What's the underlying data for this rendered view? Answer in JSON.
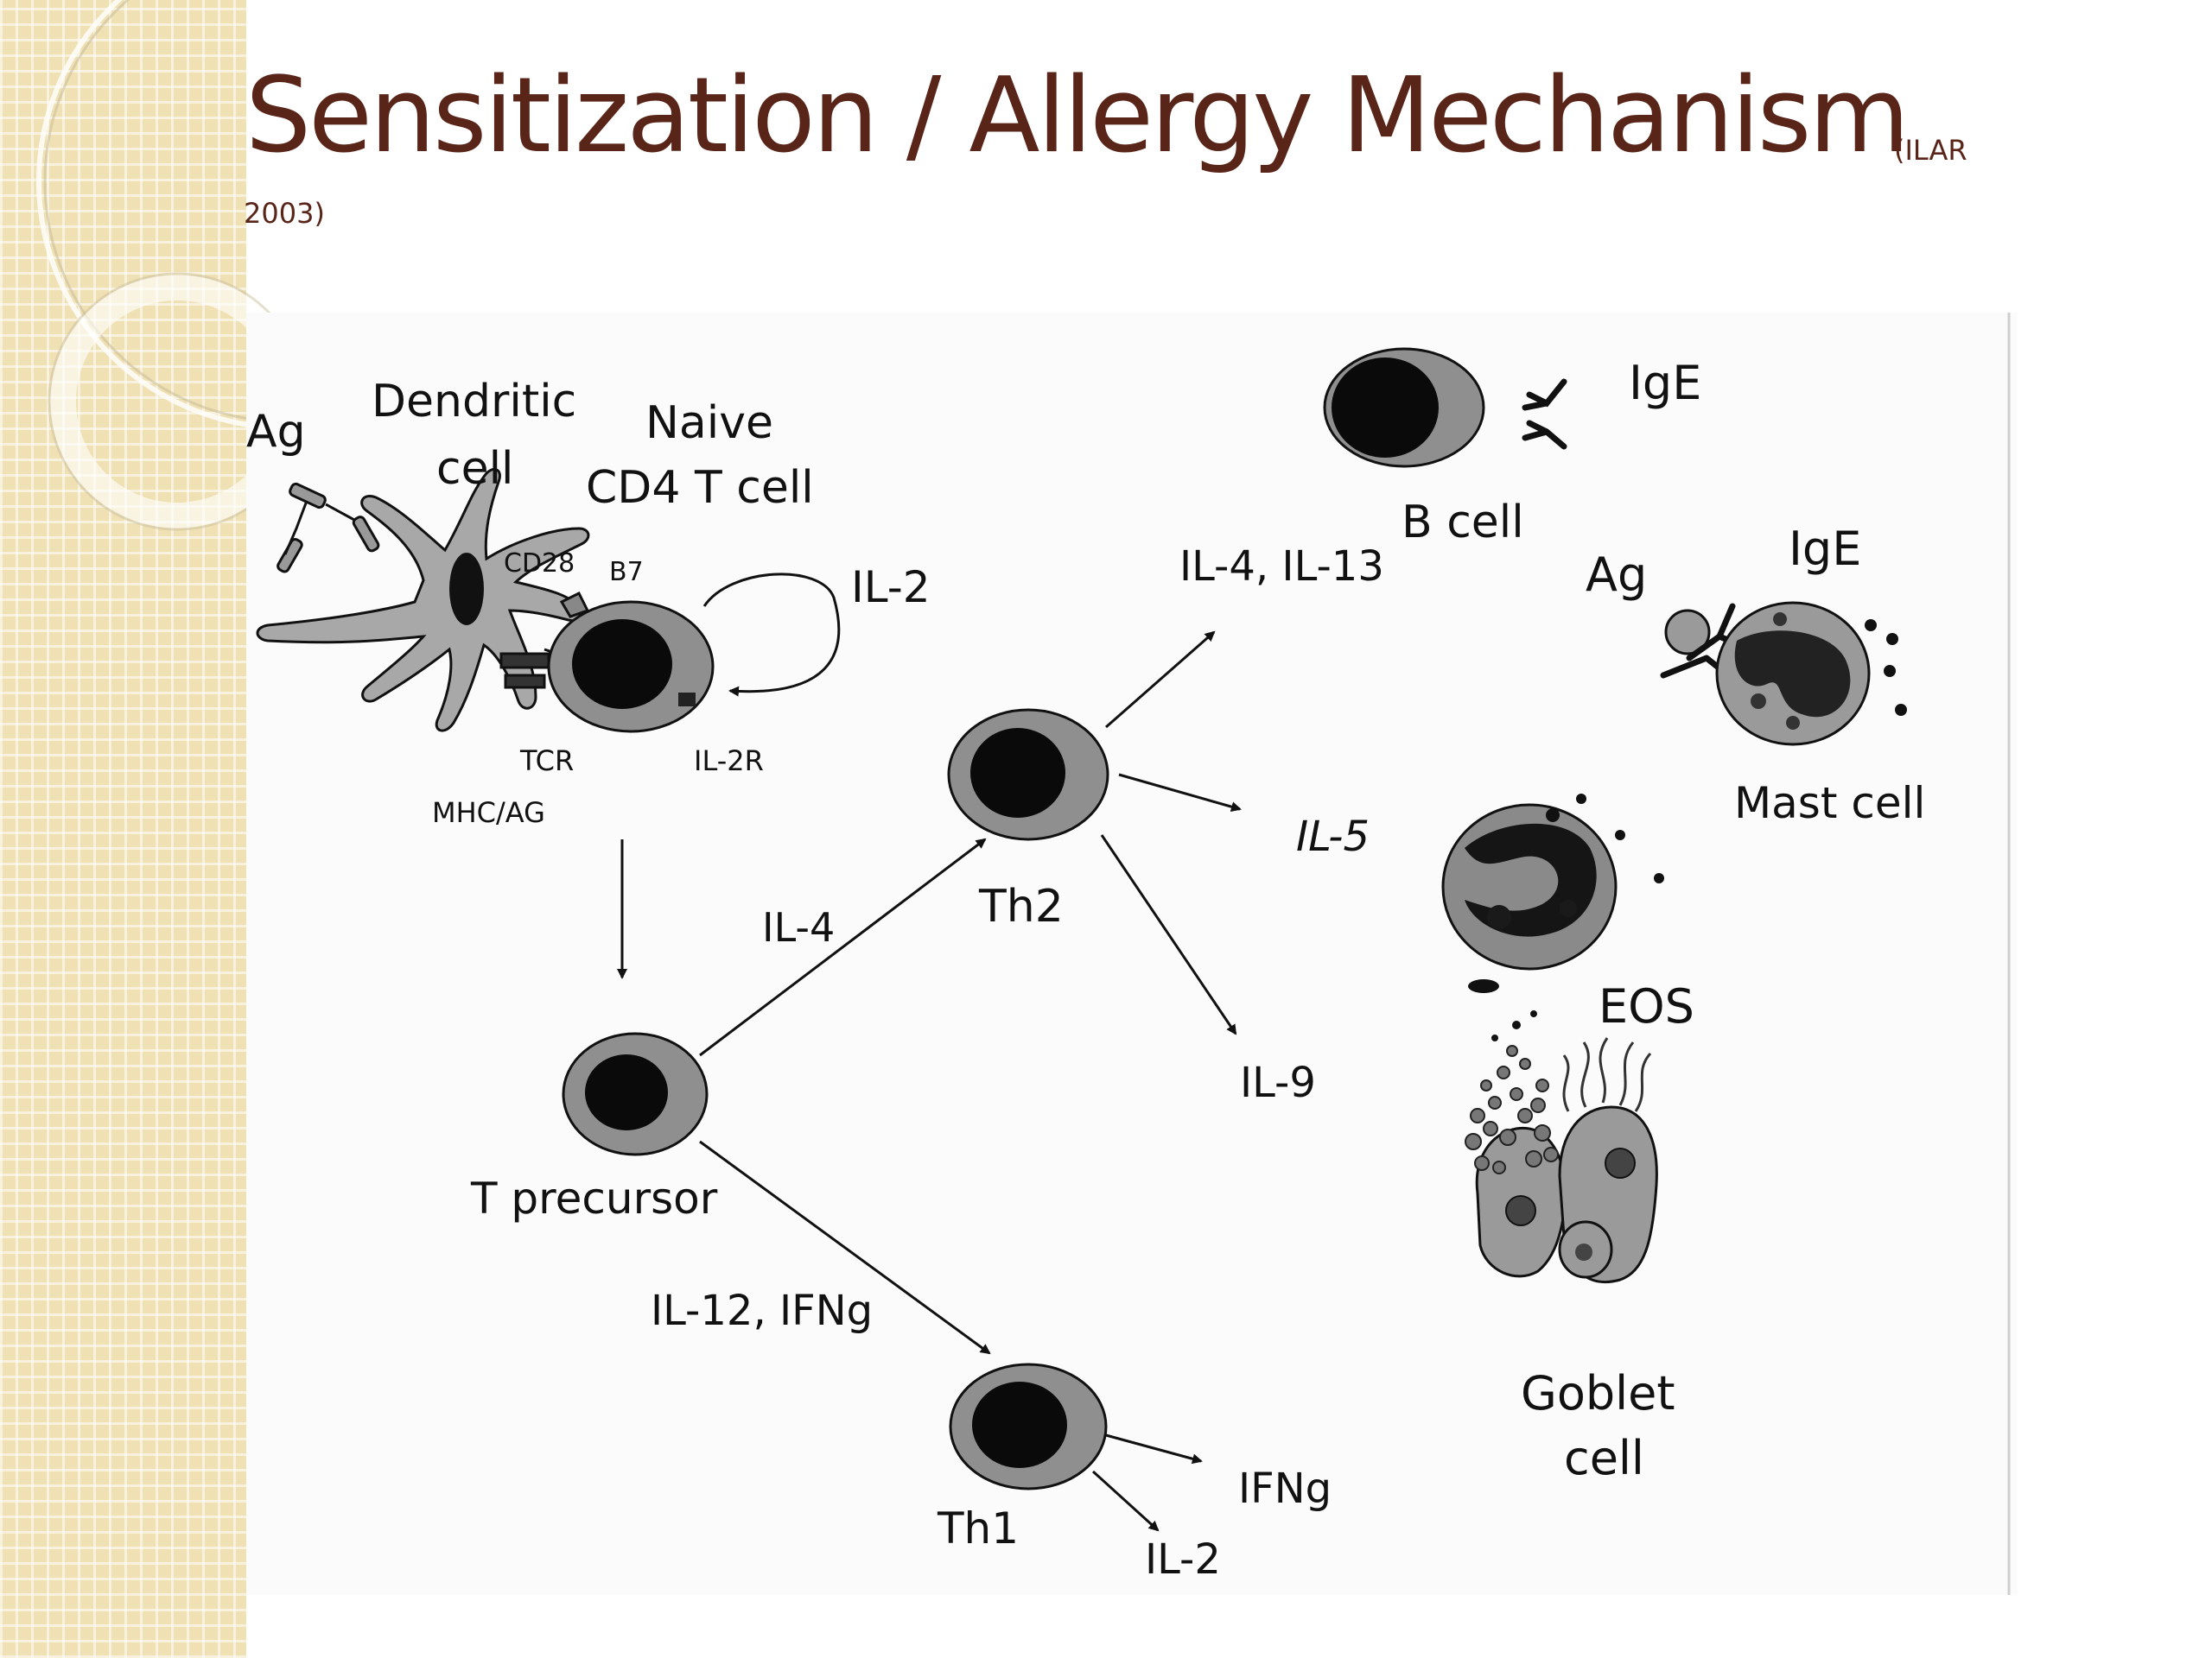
{
  "slide": {
    "title": "Sensitization / Allergy Mechanism",
    "citation_line1": "(ILAR",
    "citation_line2": "2003)"
  },
  "diagram": {
    "labels": {
      "ag_top": "Ag",
      "dendritic_1": "Dendritic",
      "dendritic_2": "cell",
      "naive_1": "Naive",
      "naive_2": "CD4 T cell",
      "cd28": "CD28",
      "b7": "B7",
      "il2_loop": "IL-2",
      "tcr": "TCR",
      "il2r": "IL-2R",
      "mhc_ag": "MHC/AG",
      "il4_arrow": "IL-4",
      "th2": "Th2",
      "t_precursor": "T precursor",
      "il12_ifng": "IL-12, IFNg",
      "th1": "Th1",
      "ifng_out": "IFNg",
      "il2_out": "IL-2",
      "ige_top": "IgE",
      "b_cell": "B cell",
      "il4_il13": "IL-4, IL-13",
      "ag_mast": "Ag",
      "ige_mast": "IgE",
      "mast_cell": "Mast cell",
      "il5": "IL-5",
      "eos": "EOS",
      "il9": "IL-9",
      "goblet_1": "Goblet",
      "goblet_2": "cell"
    }
  }
}
